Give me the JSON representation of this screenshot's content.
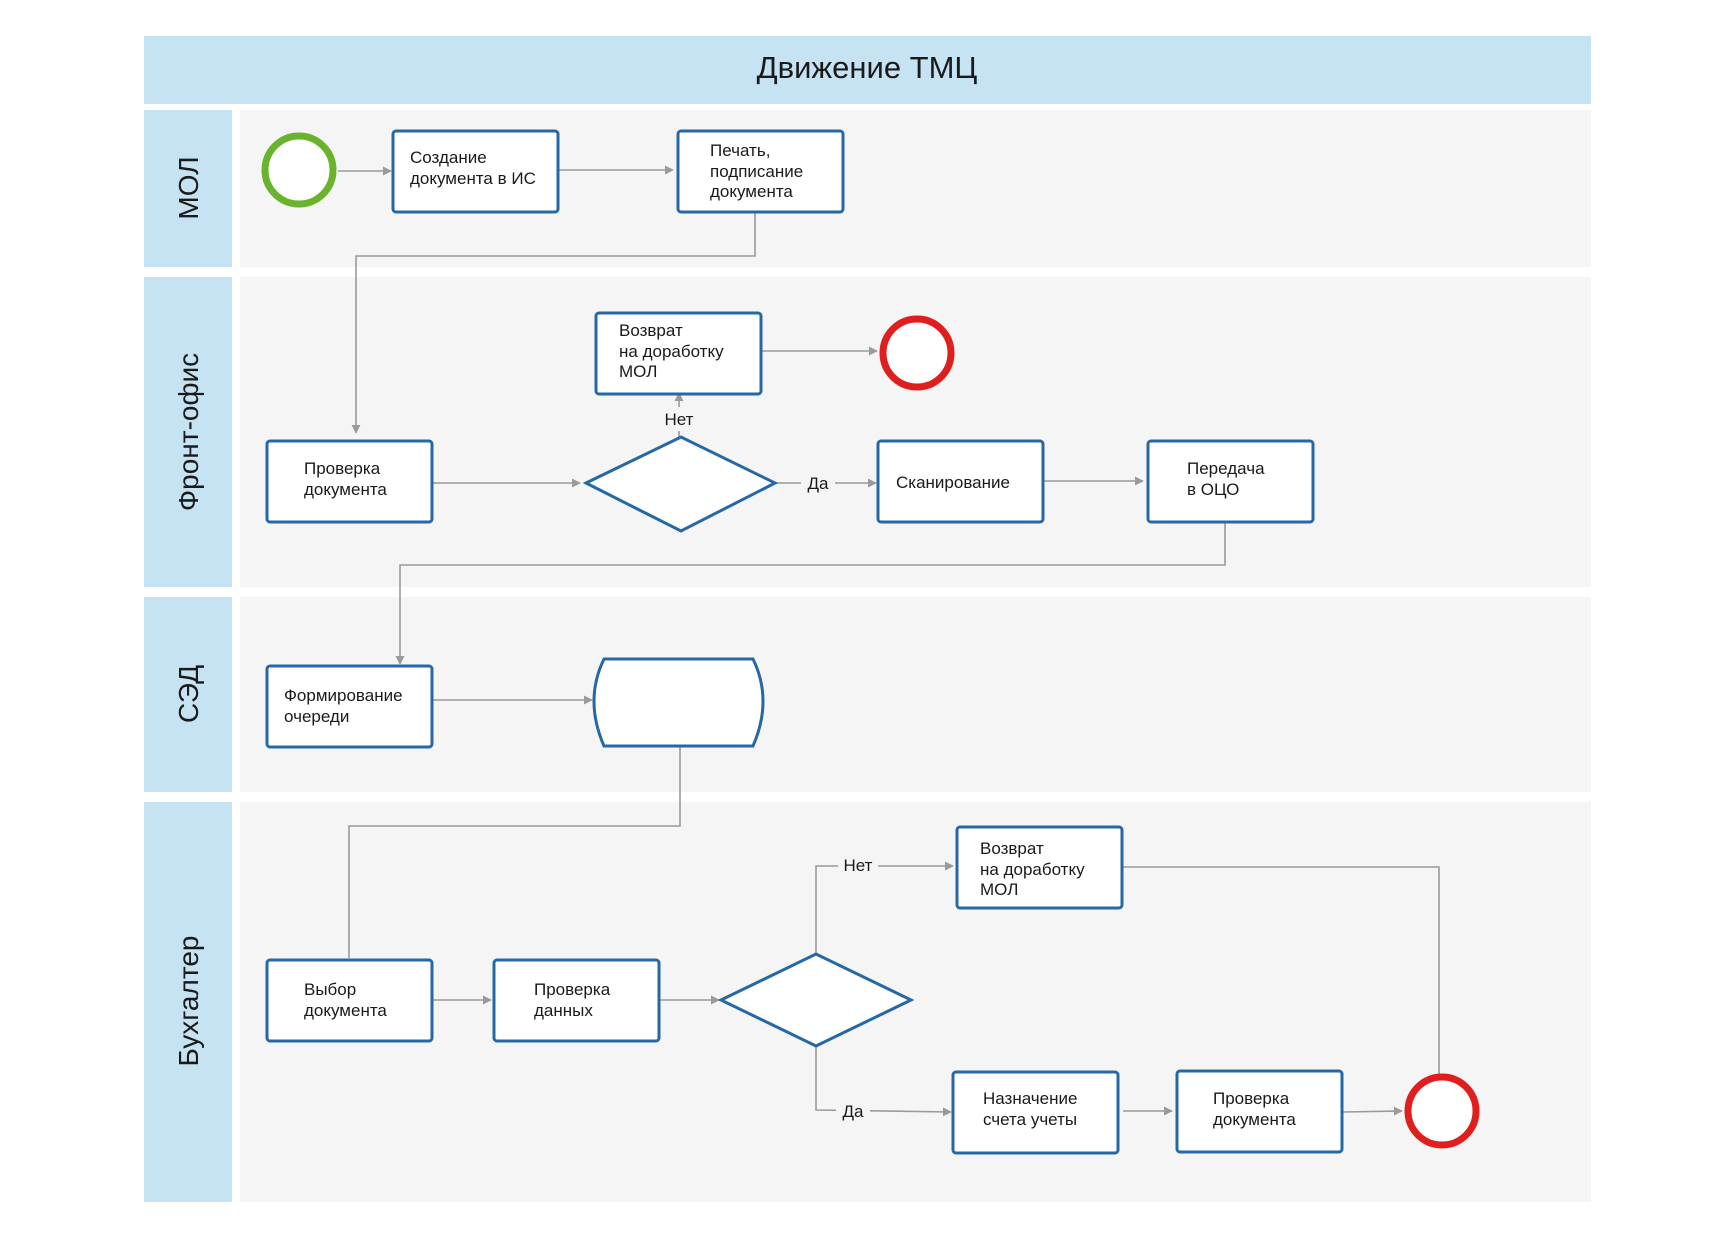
{
  "title": "Движение ТМЦ",
  "lanes": {
    "mol": "МОЛ",
    "front": "Фронт-офис",
    "sed": "СЭД",
    "accountant": "Бухгалтер"
  },
  "tasks": {
    "create_doc": [
      "Создание",
      "документа в ИС"
    ],
    "print_sign": [
      "Печать,",
      "подписание",
      "документа"
    ],
    "return_front": [
      "Возврат",
      "на доработку",
      "МОЛ"
    ],
    "check_doc_front": [
      "Проверка",
      "документа"
    ],
    "scanning": [
      "Сканирование"
    ],
    "transfer_oco": [
      "Передача",
      "в ОЦО"
    ],
    "queue": [
      "Формирование",
      "очереди"
    ],
    "select_doc": [
      "Выбор",
      "документа"
    ],
    "check_data": [
      "Проверка",
      "данных"
    ],
    "return_acc": [
      "Возврат",
      "на доработку",
      "МОЛ"
    ],
    "assign_account": [
      "Назначение",
      "счета учеты"
    ],
    "check_doc_acc": [
      "Проверка",
      "документа"
    ]
  },
  "flow_labels": {
    "front_no": "Нет",
    "front_yes": "Да",
    "acc_no": "Нет",
    "acc_yes": "Да"
  },
  "colors": {
    "lane_header": "#c5e3f3",
    "lane_body": "#f5f5f5",
    "task_border": "#2667a6",
    "start_event": "#6ab42d",
    "end_event": "#e01e1e",
    "connector": "#9a9a9a"
  }
}
